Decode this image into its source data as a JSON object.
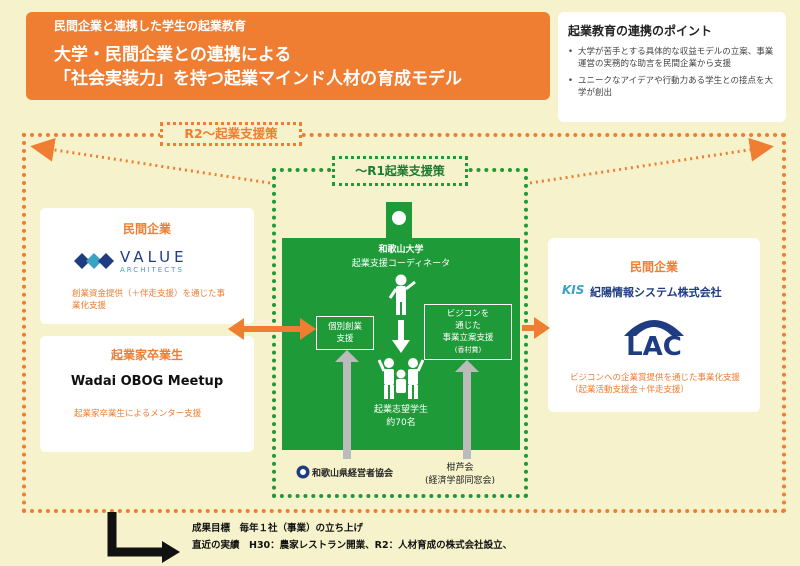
{
  "header": {
    "subtitle": "民間企業と連携した学生の起業教育",
    "title_line1": "大学・民間企業との連携による",
    "title_line2": "「社会実装力」を持つ起業マインド人材の育成モデル"
  },
  "points": {
    "title": "起業教育の連携のポイント",
    "items": [
      "大学が苦手とする具体的な収益モデルの立案、事業運営の実務的な助言を民間企業から支援",
      "ユニークなアイデアや行動力ある学生との接点を大学が創出"
    ]
  },
  "r2_label": "R2～起業支援策",
  "r1_label": "～R1起業支援策",
  "university": {
    "name": "和歌山大学",
    "coordinator": "起業支援コーディネータ",
    "box_left": "個別創業\n支援",
    "box_right_line1": "ビジコンを",
    "box_right_line2": "通じた",
    "box_right_line3": "事業立案支援",
    "box_right_note": "(香村賞)",
    "students_line1": "起業志望学生",
    "students_line2": "約70名"
  },
  "supporters": {
    "left": "和歌山県経営者協会",
    "right_line1": "柑芦会",
    "right_line2": "(経済学部同窓会)"
  },
  "left_card1": {
    "heading": "民間企業",
    "logo_main": "VALUE",
    "logo_sub": "ARCHITECTS",
    "text": "創業資金提供（＋伴走支援）を通じた事業化支援"
  },
  "left_card2": {
    "heading": "起業家卒業生",
    "logo": "Wadai OBOG Meetup",
    "text": "起業家卒業生によるメンター支援"
  },
  "right_card": {
    "heading": "民間企業",
    "company_mark": "KIS",
    "company": "紀陽情報システム株式会社",
    "lac": "LAC",
    "text": "ビジコンへの企業賞提供を通じた事業化支援（起業活動支援金＋伴走支援）"
  },
  "bottom": {
    "line1": "成果目標　毎年１社（事業）の立ち上げ",
    "line2": "直近の実績　H30：農家レストラン開業、R2：人材育成の株式会社設立、"
  },
  "colors": {
    "orange": "#ef7d32",
    "green": "#1e9a38",
    "background": "#f6f3cc",
    "navy": "#1f3b82"
  }
}
